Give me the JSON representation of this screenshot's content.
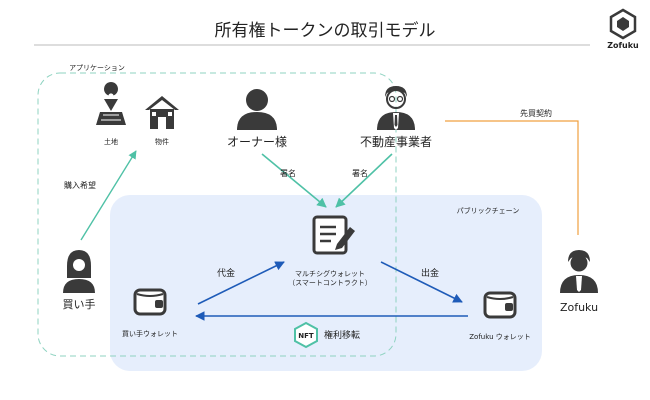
{
  "title": "所有権トークンの取引モデル",
  "logo": {
    "text": "Zofuku",
    "icon": "zofuku-logo-icon"
  },
  "regions": {
    "application": "アプリケーション",
    "public_chain": "パブリックチェーン"
  },
  "nodes": {
    "land": "土地",
    "property": "物件",
    "owner": "オーナー様",
    "realtor": "不動産事業者",
    "buyer": "買い手",
    "buyer_wallet": "買い手ウォレット",
    "multisig_line1": "マルチシグウォレット",
    "multisig_line2": "（スマートコントラクト）",
    "zofuku_wallet": "Zofuku ウォレット",
    "zofuku": "Zofuku"
  },
  "edges": {
    "purchase_request": "購入希望",
    "sign_owner": "署名",
    "sign_realtor": "署名",
    "payment": "代金",
    "withdraw": "出金",
    "rights_transfer": "権利移転",
    "pre_sale_contract": "先買契約"
  },
  "nft_badge": "NFT",
  "colors": {
    "teal": "#4fc1a6",
    "blue": "#1e5bb8",
    "orange": "#f0a040",
    "chain_bg": "#e6eefc",
    "dark": "#3a3a3a"
  }
}
